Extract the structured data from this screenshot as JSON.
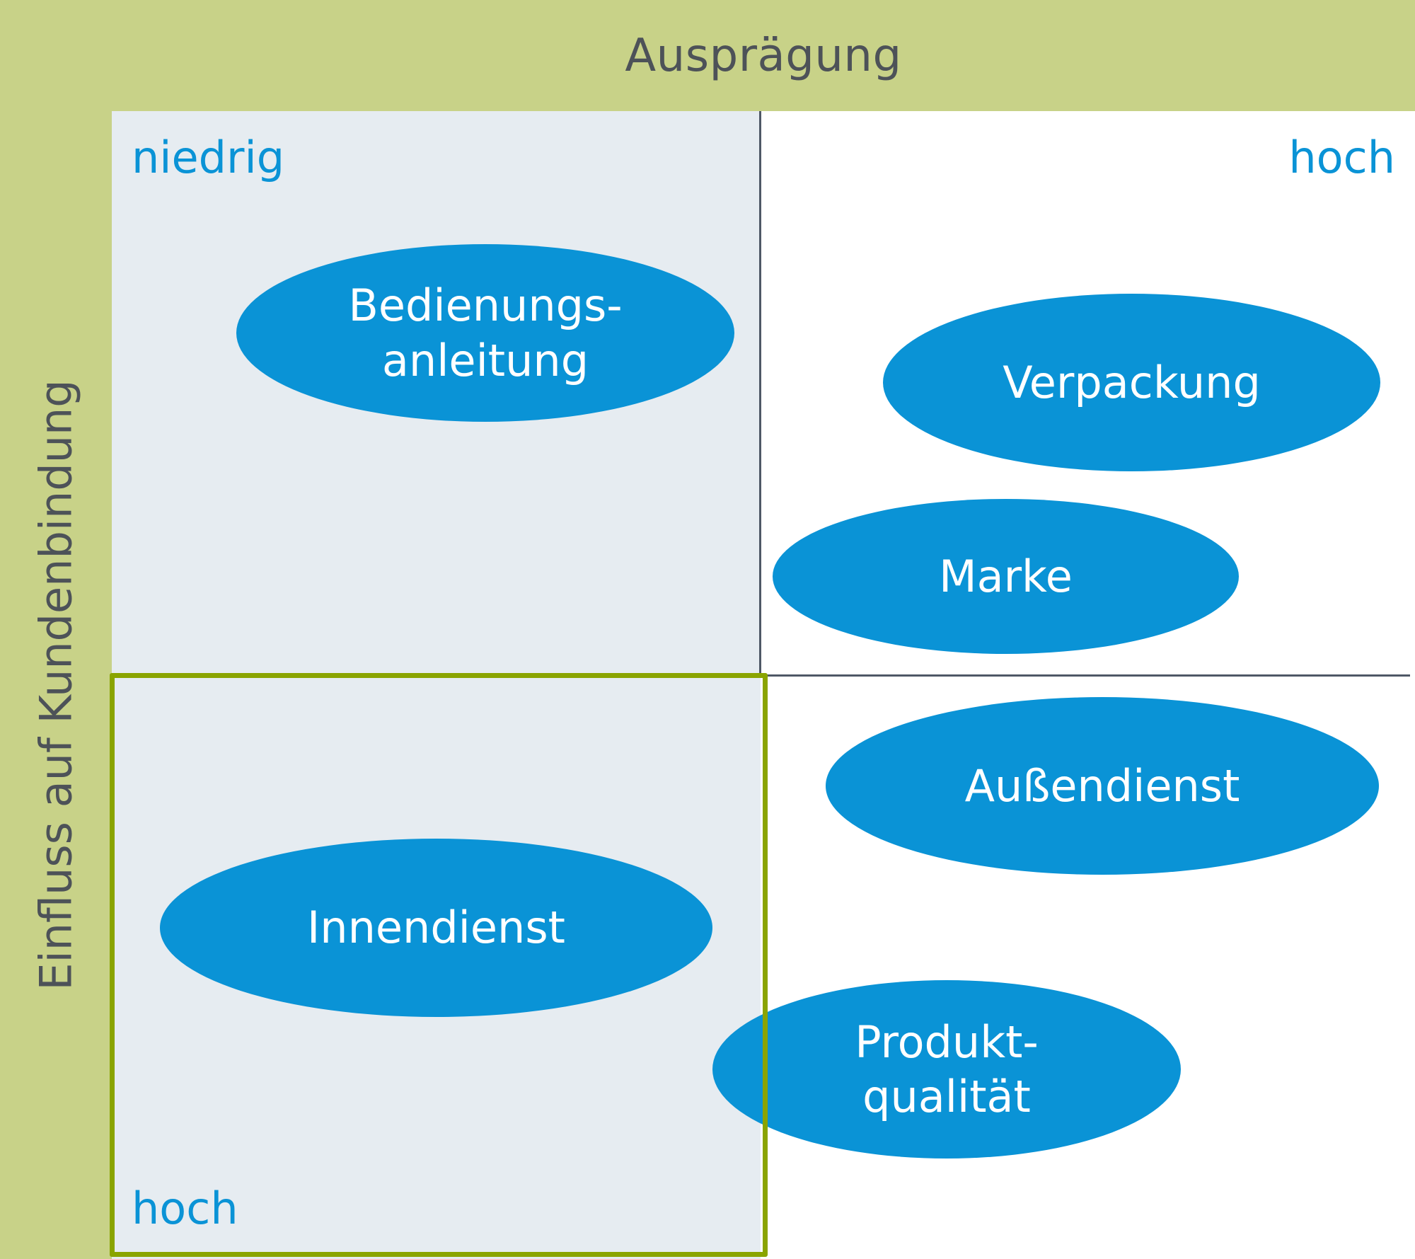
{
  "header": {
    "title": "Ausprägung"
  },
  "side": {
    "title": "Einfluss auf Kundenbindung"
  },
  "corner_labels": {
    "niedrig": "niedrig",
    "hoch_top": "hoch",
    "hoch_bottom": "hoch"
  },
  "ellipses": {
    "bedienungsanleitung": {
      "line1": "Bedienungs-",
      "line2": "anleitung"
    },
    "verpackung": {
      "line1": "Verpackung"
    },
    "marke": {
      "line1": "Marke"
    },
    "aussendienst": {
      "line1": "Außendienst"
    },
    "innendienst": {
      "line1": "Innendienst"
    },
    "produktqualitaet": {
      "line1": "Produkt-",
      "line2": "qualität"
    }
  },
  "colors": {
    "frame": "#c8d288",
    "quadrant_light": "#e6ecf1",
    "ellipse_fill": "#0a93d6",
    "label_text": "#0a93d6",
    "title_text": "#4d5258",
    "highlight_border": "#8aa400",
    "divider": "#4f5866"
  }
}
